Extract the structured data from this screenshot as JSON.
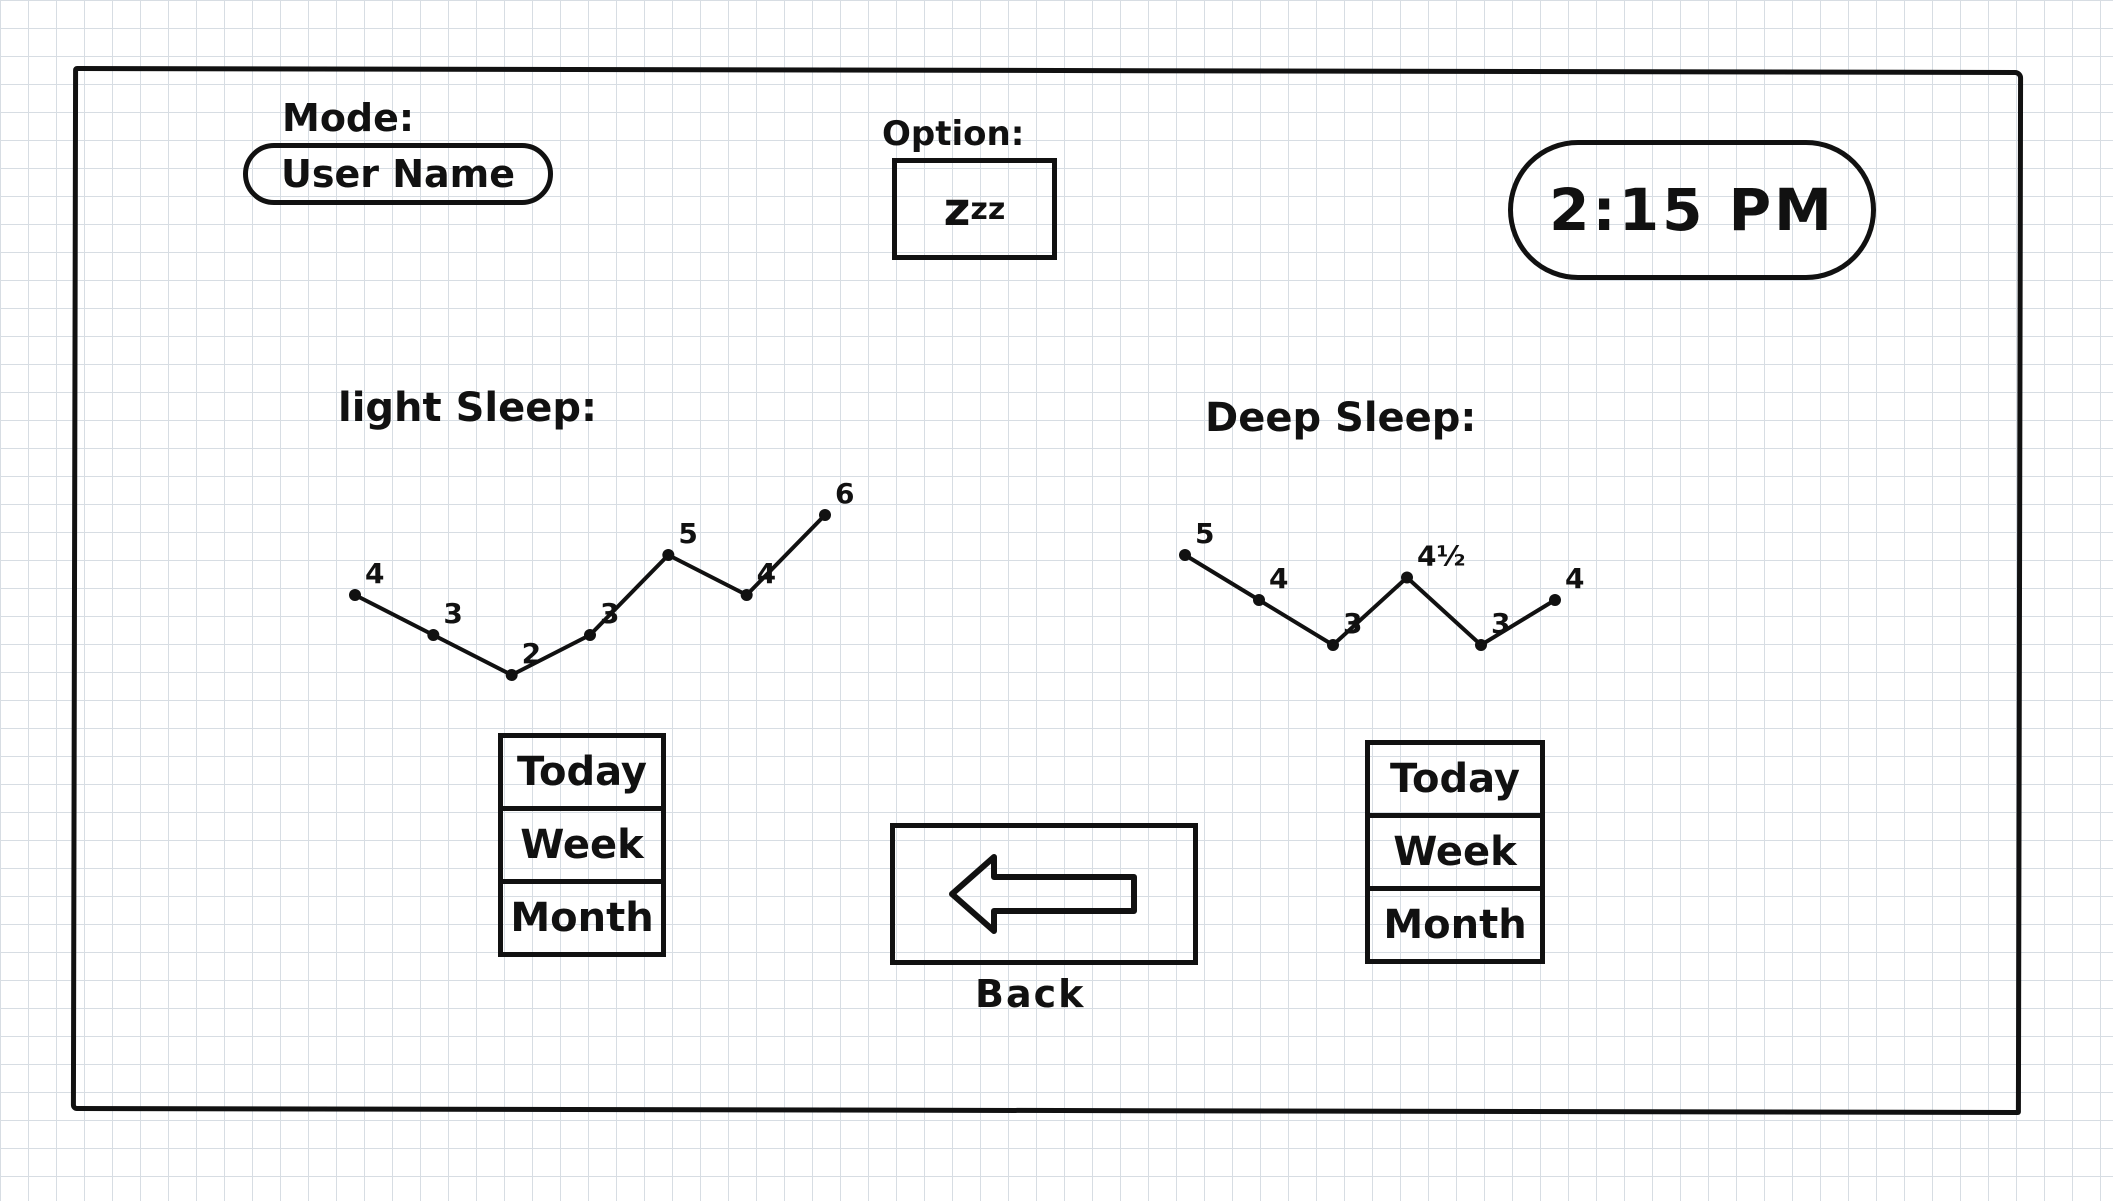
{
  "header": {
    "mode_label": "Mode:",
    "user_name": "User Name",
    "option_label": "Option:",
    "option_value": "z",
    "option_sup1": "z",
    "option_sup2": "z",
    "time": "2:15 PM"
  },
  "light_sleep": {
    "title": "light Sleep:",
    "ranges": [
      "Today",
      "Week",
      "Month"
    ]
  },
  "deep_sleep": {
    "title": "Deep Sleep:",
    "ranges": [
      "Today",
      "Week",
      "Month"
    ]
  },
  "back": {
    "label": "Back",
    "icon": "arrow-left-icon"
  },
  "chart_data": [
    {
      "type": "line",
      "title": "light Sleep:",
      "values": [
        4,
        3,
        2,
        3,
        5,
        4,
        6
      ],
      "value_labels": [
        "4",
        "3",
        "2",
        "3",
        "5",
        "4",
        "6"
      ]
    },
    {
      "type": "line",
      "title": "Deep Sleep:",
      "values": [
        5,
        4,
        3,
        4.5,
        3,
        4
      ],
      "value_labels": [
        "5",
        "4",
        "3",
        "4½",
        "3",
        "4"
      ]
    }
  ]
}
